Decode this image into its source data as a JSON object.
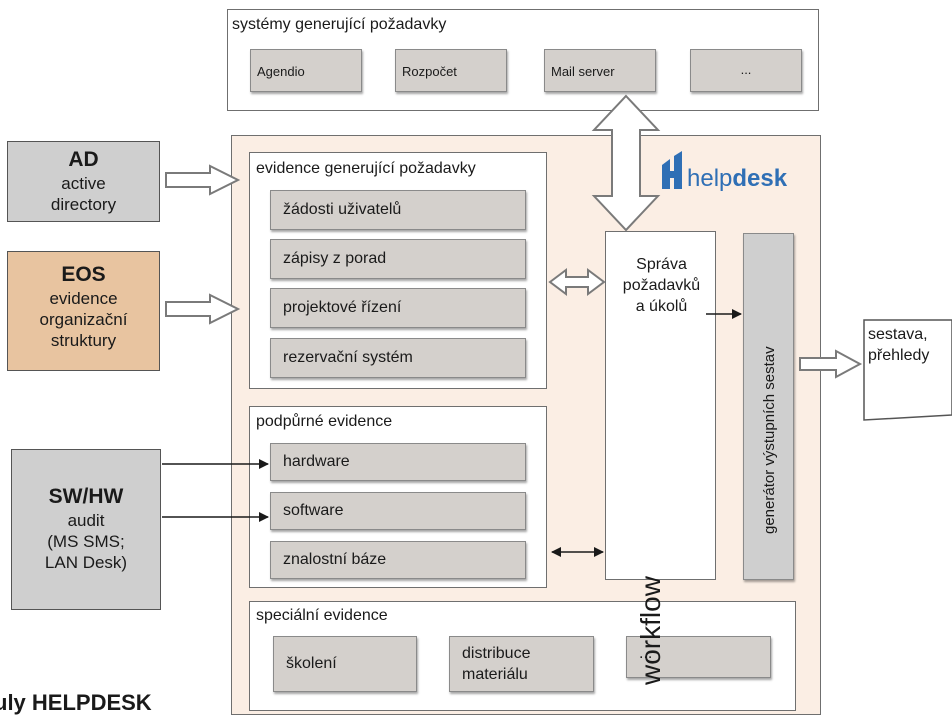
{
  "top_panel": {
    "title": "systémy generující požadavky",
    "items": [
      "Agendio",
      "Rozpočet",
      "Mail server",
      "..."
    ]
  },
  "helpdesk": {
    "logo_part1": "help",
    "logo_part2": "desk",
    "logo_color": "#2f6fb5"
  },
  "sources": {
    "ad": {
      "title": "AD",
      "lines": [
        "active",
        "directory"
      ],
      "color": "#cfcfcf"
    },
    "eos": {
      "title": "EOS",
      "lines": [
        "evidence",
        "organizační",
        "struktury"
      ],
      "color": "#e8c4a0"
    },
    "swhw": {
      "title": "SW/HW",
      "lines": [
        "audit",
        "(MS SMS;",
        "LAN Desk)"
      ],
      "color": "#cfcfcf"
    }
  },
  "evidence_requests": {
    "title": "evidence generující požadavky",
    "items": [
      "žádosti uživatelů",
      "zápisy z porad",
      "projektové řízení",
      "rezervační systém"
    ]
  },
  "support_evidence": {
    "title": "podpůrné evidence",
    "items": [
      "hardware",
      "software",
      "znalostní báze"
    ]
  },
  "special_evidence": {
    "title": "speciální evidence",
    "items": [
      "školení",
      "distribuce materiálu",
      "..."
    ]
  },
  "workflow": {
    "heading_lines": [
      "Správa",
      "požadavků",
      "a úkolů"
    ],
    "label": "workflow"
  },
  "generator": {
    "label": "generátor výstupních sestav"
  },
  "output": {
    "lines": [
      "sestava,",
      "přehledy"
    ]
  },
  "caption": "uly HELPDESK",
  "colors": {
    "main_panel_bg": "#fbeee4",
    "box_gray": "#d4d0cc"
  }
}
